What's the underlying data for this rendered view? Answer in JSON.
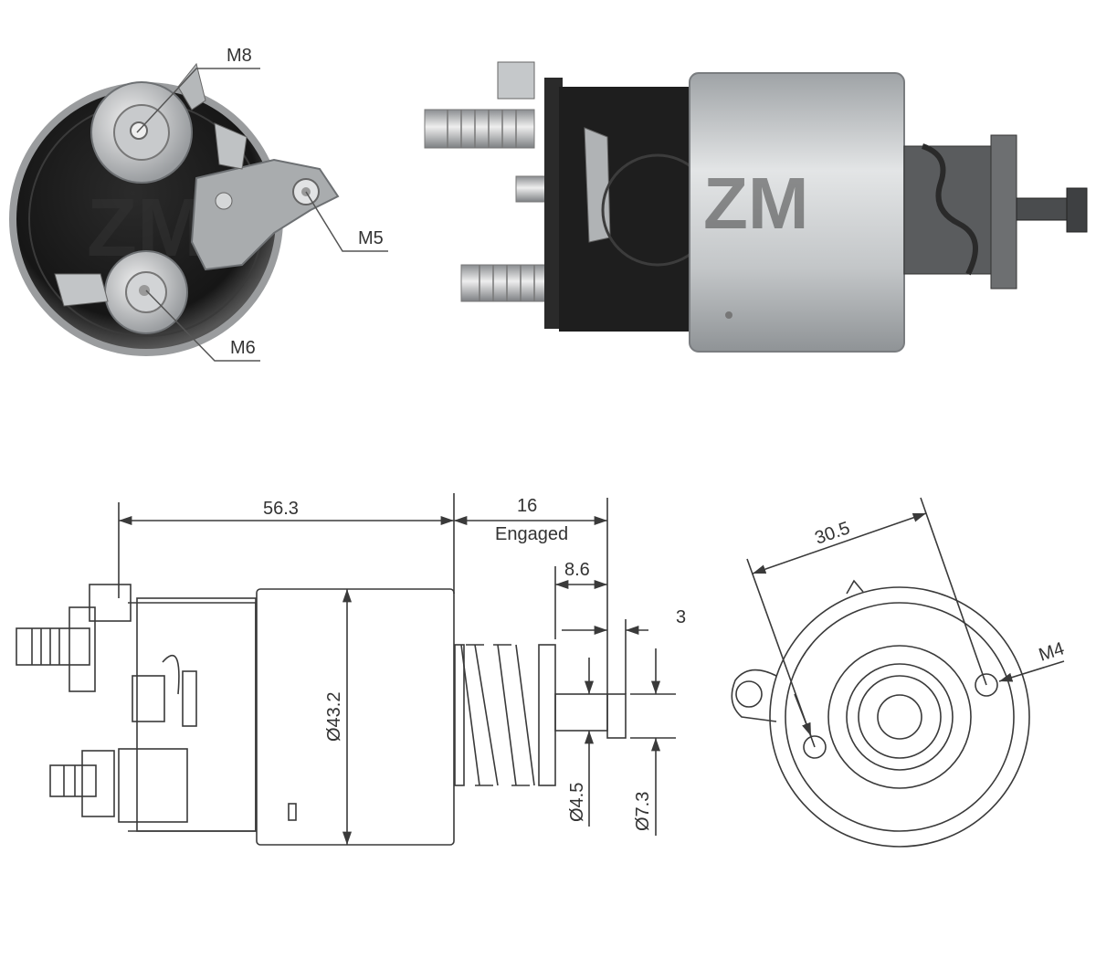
{
  "photo_labels": {
    "m8": "M8",
    "m5": "M5",
    "m6": "M6"
  },
  "dimensions": {
    "length": "56.3",
    "travel": "16",
    "travel_note": "Engaged",
    "plunger_offset": "8.6",
    "tip_length": "3",
    "body_diameter": "Ø43.2",
    "plunger_diameter": "Ø4.5",
    "tip_diameter": "Ø7.3",
    "hole_spacing": "30.5",
    "hole_thread": "M4"
  },
  "colors": {
    "line": "#3a3a3a",
    "terminal_black": "#1e1e1e",
    "housing_silver": "#b9bcbf",
    "metal": "#cfd1d3"
  }
}
